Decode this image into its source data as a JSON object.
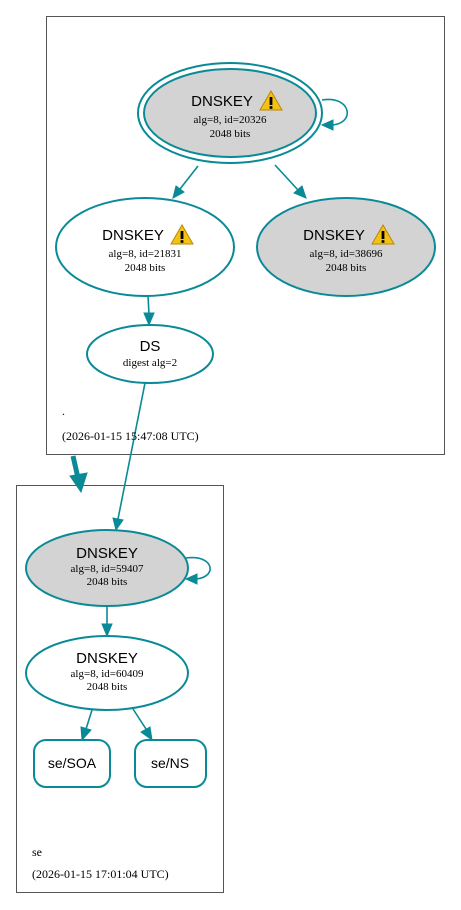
{
  "zones": {
    "root": {
      "name": ".",
      "timestamp": "(2026-01-15 15:47:08 UTC)"
    },
    "se": {
      "name": "se",
      "timestamp": "(2026-01-15 17:01:04 UTC)"
    }
  },
  "nodes": {
    "root_ksk": {
      "title": "DNSKEY",
      "line1": "alg=8, id=20326",
      "line2": "2048 bits"
    },
    "root_zsk1": {
      "title": "DNSKEY",
      "line1": "alg=8, id=21831",
      "line2": "2048 bits"
    },
    "root_zsk2": {
      "title": "DNSKEY",
      "line1": "alg=8, id=38696",
      "line2": "2048 bits"
    },
    "ds": {
      "title": "DS",
      "line1": "digest alg=2"
    },
    "se_ksk": {
      "title": "DNSKEY",
      "line1": "alg=8, id=59407",
      "line2": "2048 bits"
    },
    "se_zsk": {
      "title": "DNSKEY",
      "line1": "alg=8, id=60409",
      "line2": "2048 bits"
    },
    "se_soa": {
      "label": "se/SOA"
    },
    "se_ns": {
      "label": "se/NS"
    }
  },
  "colors": {
    "edge": "#0a8a96",
    "node_grey": "#d3d3d3",
    "warning_yellow": "#f5c211"
  }
}
